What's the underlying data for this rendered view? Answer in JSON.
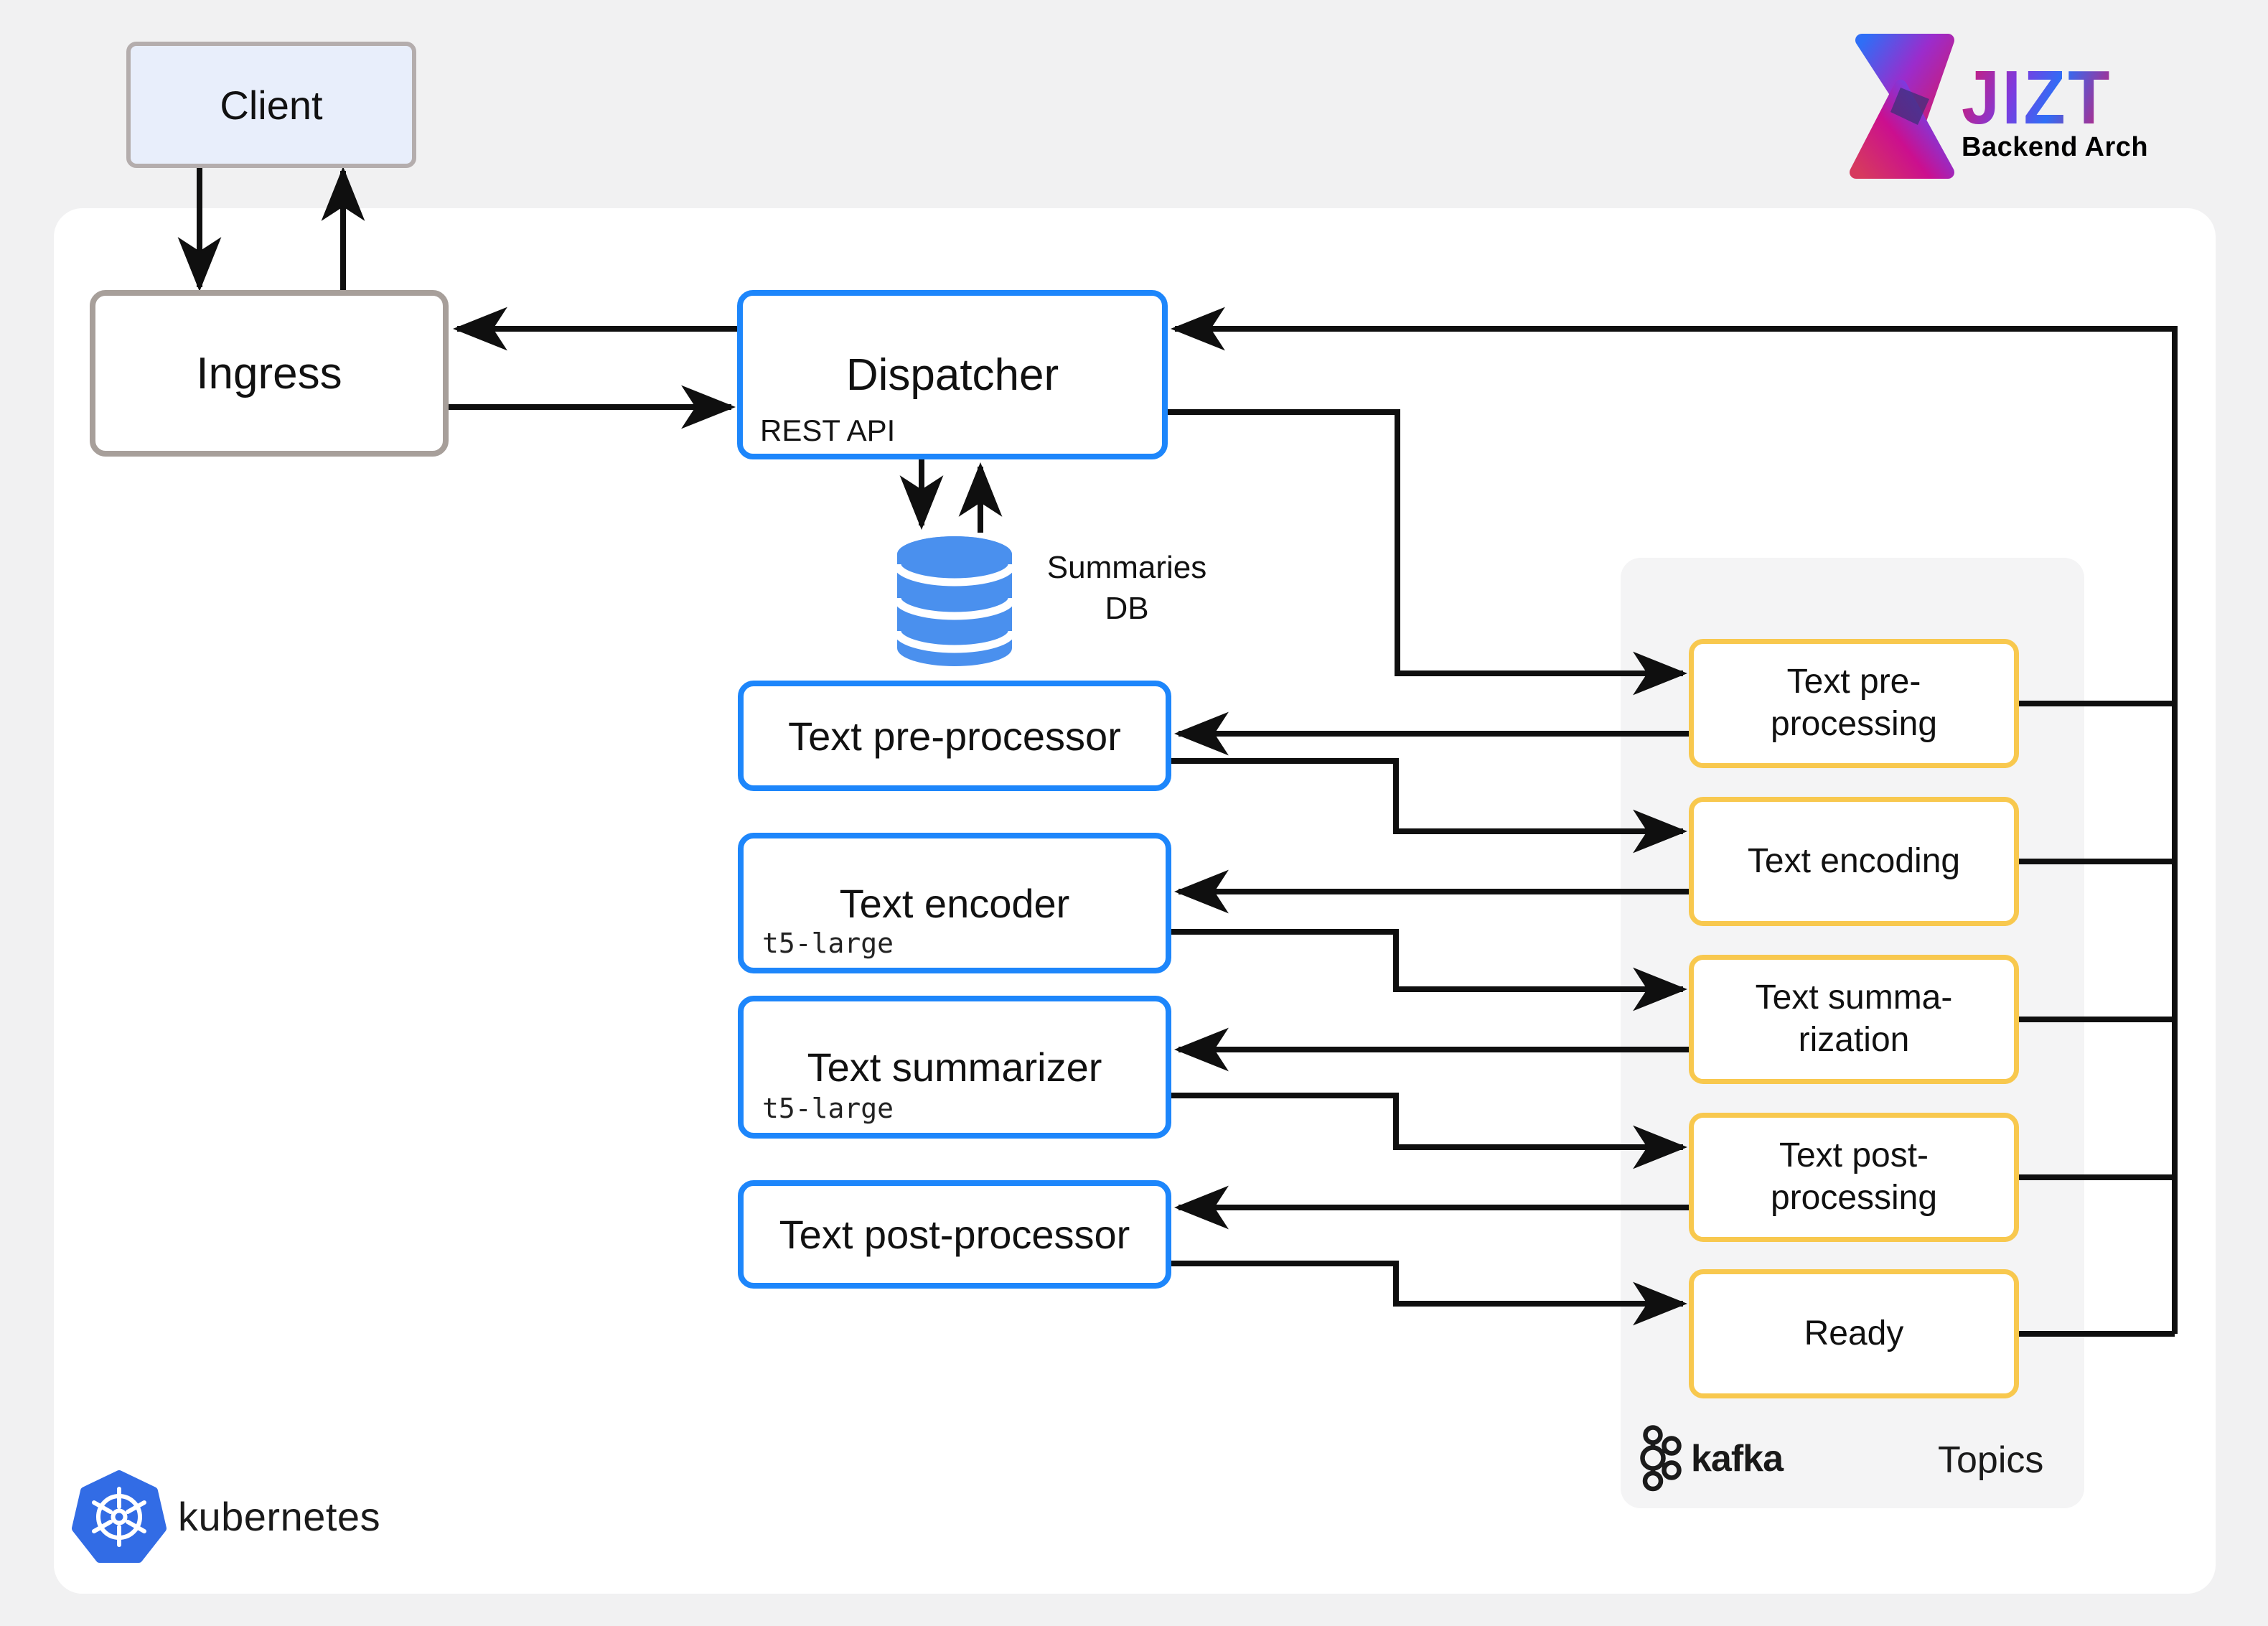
{
  "title_logo": {
    "brand": "JIZT",
    "subtitle": "Backend Arch"
  },
  "nodes": {
    "client": {
      "label": "Client"
    },
    "ingress": {
      "label": "Ingress"
    },
    "dispatcher": {
      "label": "Dispatcher",
      "api_label": "REST API"
    },
    "database": {
      "label": "Summaries\nDB"
    },
    "services": [
      {
        "label": "Text pre-processor",
        "model": ""
      },
      {
        "label": "Text encoder",
        "model": "t5-large"
      },
      {
        "label": "Text summarizer",
        "model": "t5-large"
      },
      {
        "label": "Text post-processor",
        "model": ""
      }
    ]
  },
  "kafka": {
    "logo_label": "kafka",
    "panel_title": "Topics",
    "topics": [
      "Text pre-\nprocessing",
      "Text encoding",
      "Text summa-\nrization",
      "Text post-\nprocessing",
      "Ready"
    ]
  },
  "platform": {
    "label": "kubernetes"
  },
  "colors": {
    "background": "#f1f1f2",
    "panel": "#ffffff",
    "kafka_panel": "#f4f4f5",
    "service_border": "#1d86fb",
    "topic_border": "#f8c84e",
    "ingress_border": "#a79f9a",
    "client_fill": "#e8eefb",
    "client_border": "#b4adad",
    "db_blue": "#4a90ee",
    "kubernetes_blue": "#326ce5",
    "arrow": "#0f0f0f",
    "logo_blue": "#2f6ef6",
    "logo_magenta": "#cb0f8f",
    "logo_crimson": "#d5186b"
  }
}
